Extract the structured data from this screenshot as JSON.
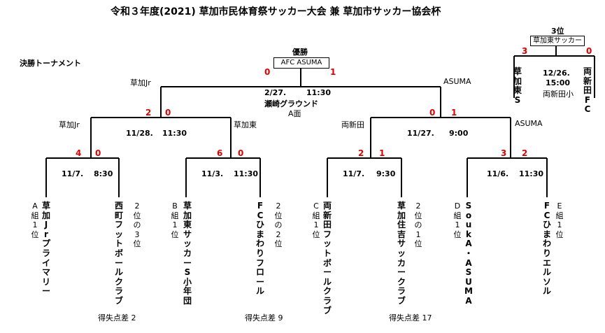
{
  "header": {
    "title": "令和３年度(2021)  草加市民体育祭サッカー大会   兼   草加市サッカー協会杯",
    "section_label": "決勝トーナメント"
  },
  "champion": {
    "label": "優勝",
    "team": "AFC ASUMA"
  },
  "third_place": {
    "label": "3位",
    "team": "草加東サッカー",
    "score_left": "3",
    "score_right": "0",
    "left_team_v": "草加東S",
    "right_team_v": "両新田FC",
    "date": "12/26.",
    "time": "15:00",
    "venue": "両新田小"
  },
  "final": {
    "date": "2/27.",
    "time": "11:30",
    "venue": "瀬崎グラウンド",
    "field": "A面",
    "left_team": "草加Jr",
    "right_team": "ASUMA",
    "score_left": "0",
    "score_right": "1"
  },
  "semis": [
    {
      "date": "11/28.",
      "time": "11:30",
      "left_team": "草加Jr",
      "right_team": "草加東",
      "score_left": "2",
      "score_right": "0"
    },
    {
      "date": "11/27.",
      "time": "9:00",
      "left_team": "両新田",
      "right_team": "ASUMA",
      "score_left": "0",
      "score_right": "1"
    }
  ],
  "quarters": [
    {
      "date": "11/7.",
      "time": "8:30",
      "score_left": "4",
      "score_right": "0"
    },
    {
      "date": "11/3.",
      "time": "11:30",
      "score_left": "6",
      "score_right": "0"
    },
    {
      "date": "11/7.",
      "time": "9:30",
      "score_left": "2",
      "score_right": "1"
    },
    {
      "date": "11/6.",
      "time": "11:30",
      "score_left": "3",
      "score_right": "2"
    }
  ],
  "entrants": [
    {
      "seed": "A組1位",
      "team": "草加Jrプライマリー"
    },
    {
      "seed": "2位の3位",
      "team": "西町フットボールクラブ"
    },
    {
      "seed": "B組1位",
      "team": "草加東サッカーS小年団"
    },
    {
      "seed": "2位の2位",
      "team": "FCひまわりフロール"
    },
    {
      "seed": "C組1位",
      "team": "両新田フットボールクラブ"
    },
    {
      "seed": "2位の1位",
      "team": "草加住吉サッカークラブ"
    },
    {
      "seed": "D組1位",
      "team": "SoukA・ASUMA"
    },
    {
      "seed": "E組1位",
      "team": "FCひまわりエルソル"
    }
  ],
  "goal_diff_notes": [
    "得失点差  2",
    "得失点差  9",
    "得失点差  17"
  ]
}
